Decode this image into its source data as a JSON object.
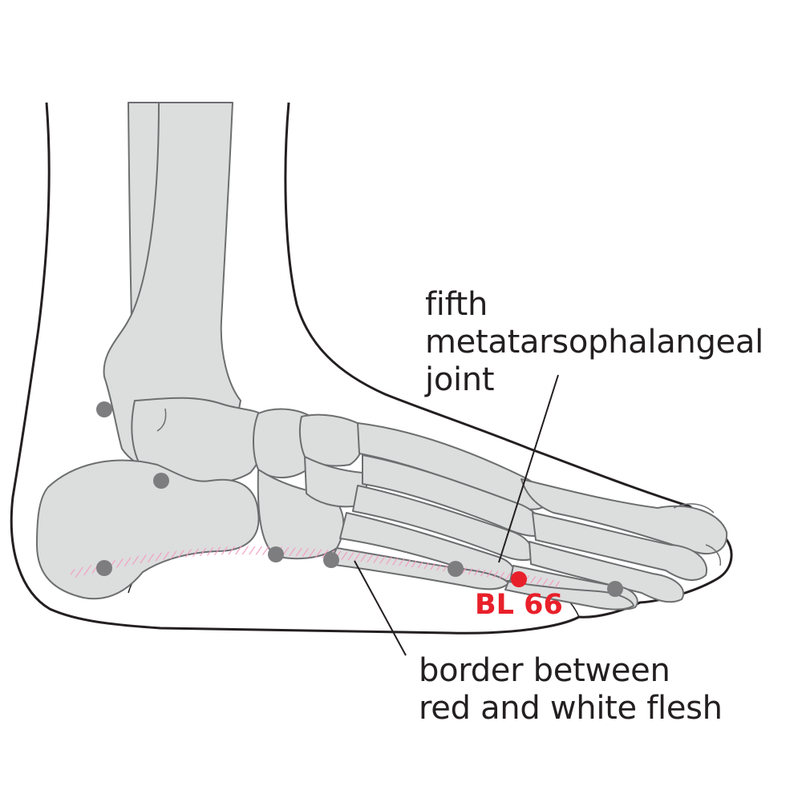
{
  "diagram": {
    "point": {
      "name": "BL 66",
      "color": "#e8202a"
    },
    "labels": {
      "joint": [
        "fifth",
        "metatarsophalangeal",
        "joint"
      ],
      "border": [
        "border between",
        "red and white flesh"
      ]
    },
    "colors": {
      "outline": "#231f20",
      "bone_fill": "#dcdddd",
      "bone_stroke": "#6d6e70",
      "landmark_dot": "#7d7d7f",
      "flesh_border_hatch": "#f29bbf"
    },
    "landmark_dot_count": 8
  }
}
